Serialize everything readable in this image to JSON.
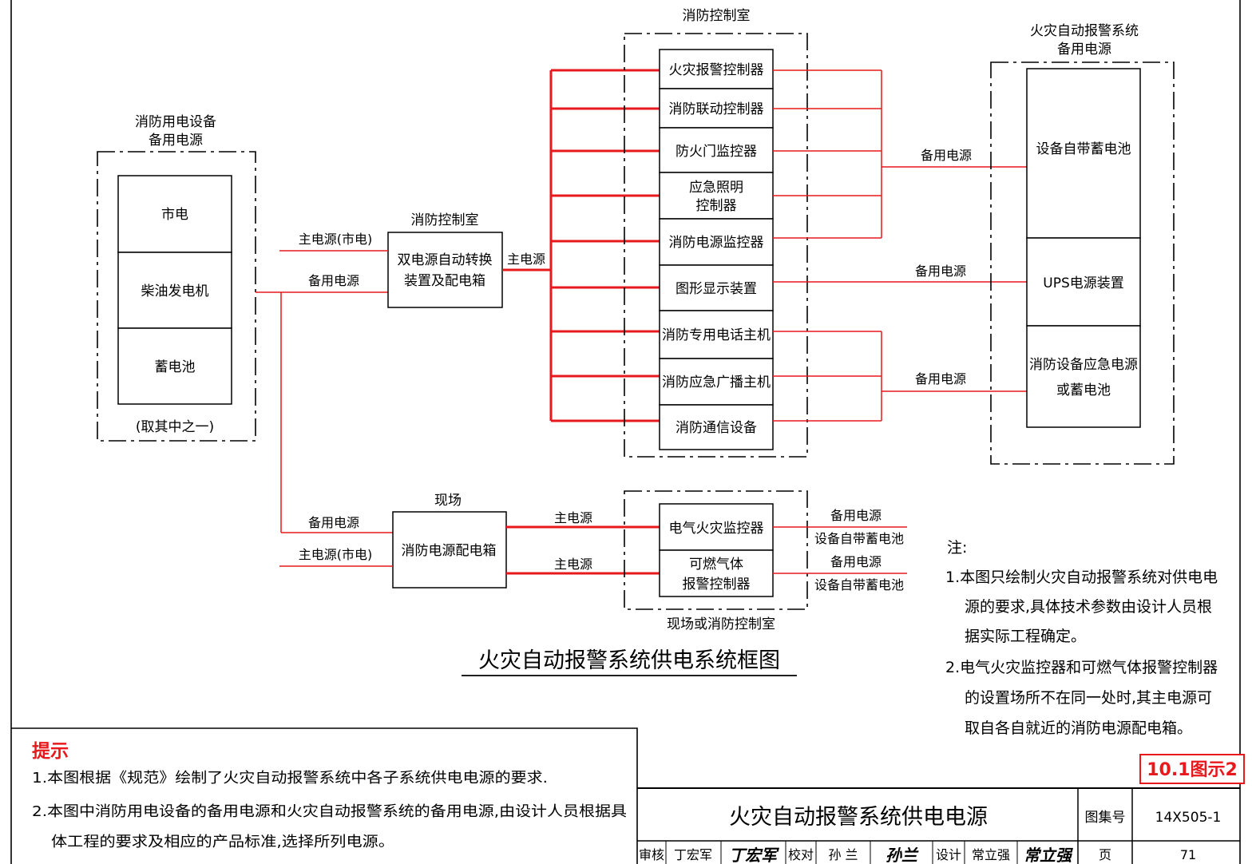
{
  "diagram": {
    "title": "火灾自动报警系统供电系统框图",
    "left_group": {
      "label_line1": "消防用电设备",
      "label_line2": "备用电源",
      "items": [
        "市电",
        "柴油发电机",
        "蓄电池"
      ],
      "footer": "(取其中之一)"
    },
    "dual_switch": {
      "room_label": "消防控制室",
      "line1": "双电源自动转换",
      "line2": "装置及配电箱",
      "in_main": "主电源(市电)",
      "in_backup": "备用电源",
      "out_main": "主电源"
    },
    "control_room": {
      "label": "消防控制室",
      "devices": [
        {
          "line1": "火灾报警控制器",
          "line2": ""
        },
        {
          "line1": "消防联动控制器",
          "line2": ""
        },
        {
          "line1": "防火门监控器",
          "line2": ""
        },
        {
          "line1": "应急照明",
          "line2": "控制器"
        },
        {
          "line1": "消防电源监控器",
          "line2": ""
        },
        {
          "line1": "图形显示装置",
          "line2": ""
        },
        {
          "line1": "消防专用电话主机",
          "line2": ""
        },
        {
          "line1": "消防应急广播主机",
          "line2": ""
        },
        {
          "line1": "消防通信设备",
          "line2": ""
        }
      ]
    },
    "right_group": {
      "label_line1": "火灾自动报警系统",
      "label_line2": "备用电源",
      "items": [
        {
          "line1": "设备自带蓄电池",
          "line2": ""
        },
        {
          "line1": "UPS电源装置",
          "line2": ""
        },
        {
          "line1": "消防设备应急电源",
          "line2": "或蓄电池"
        }
      ],
      "link_labels": [
        "备用电源",
        "备用电源",
        "备用电源"
      ]
    },
    "site": {
      "label": "现场",
      "box": "消防电源配电箱",
      "in_backup": "备用电源",
      "in_main": "主电源(市电)",
      "out_main_1": "主电源",
      "out_main_2": "主电源"
    },
    "site_room": {
      "label": "现场或消防控制室",
      "devices": [
        {
          "line1": "电气火灾监控器",
          "line2": ""
        },
        {
          "line1": "可燃气体",
          "line2": "报警控制器"
        }
      ],
      "out_labels": [
        {
          "line1": "备用电源",
          "line2": "设备自带蓄电池"
        },
        {
          "line1": "备用电源",
          "line2": "设备自带蓄电池"
        }
      ]
    }
  },
  "notes": {
    "heading": "注:",
    "lines": [
      "1.本图只绘制火灾自动报警系统对供电电",
      "源的要求,具体技术参数由设计人员根",
      "据实际工程确定。",
      "2.电气火灾监控器和可燃气体报警控制器",
      "的设置场所不在同一处时,其主电源可",
      "取自各自就近的消防电源配电箱。"
    ]
  },
  "hint": {
    "heading": "提示",
    "lines": [
      "1.本图根据《规范》绘制了火灾自动报警系统中各子系统供电电源的要求.",
      "2.本图中消防用电设备的备用电源和火灾自动报警系统的备用电源,由设计人员根据具",
      "体工程的要求及相应的产品标准,选择所列电源。"
    ]
  },
  "figure_tag": "10.1图示2",
  "title_block": {
    "title": "火灾自动报警系统供电电源",
    "atlas_label": "图集号",
    "atlas_no": "14X505-1",
    "page_label": "页",
    "page_no": "71",
    "review_label": "审核",
    "review_name": "丁宏军",
    "review_sign": "丁宏军",
    "check_label": "校对",
    "check_name": "孙 兰",
    "check_sign": "孙兰",
    "design_label": "设计",
    "design_name": "常立强",
    "design_sign": "常立强"
  }
}
